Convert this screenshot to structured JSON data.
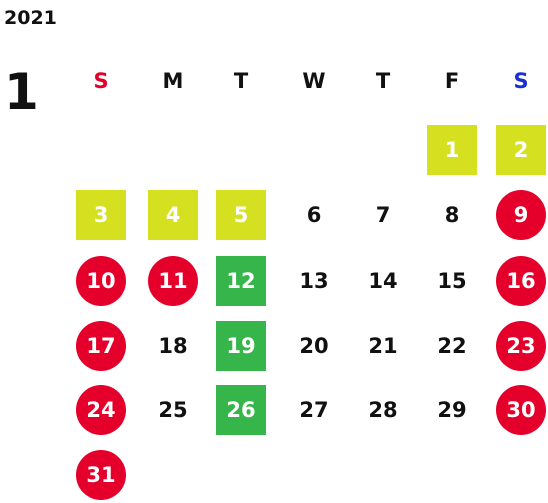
{
  "calendar": {
    "year": "2021",
    "month": "1",
    "weekdays": [
      "S",
      "M",
      "T",
      "W",
      "T",
      "F",
      "S"
    ],
    "weekday_colors": [
      "#e4002b",
      "#111111",
      "#111111",
      "#111111",
      "#111111",
      "#111111",
      "#1a2fd4"
    ],
    "colors": {
      "yellow": "#d5e021",
      "green": "#35b54a",
      "red": "#e4002b"
    },
    "weeks": [
      [
        null,
        null,
        null,
        null,
        null,
        {
          "day": "1",
          "highlight": "yellow"
        },
        {
          "day": "2",
          "highlight": "yellow"
        }
      ],
      [
        {
          "day": "3",
          "highlight": "yellow"
        },
        {
          "day": "4",
          "highlight": "yellow"
        },
        {
          "day": "5",
          "highlight": "yellow"
        },
        {
          "day": "6",
          "highlight": "none"
        },
        {
          "day": "7",
          "highlight": "none"
        },
        {
          "day": "8",
          "highlight": "none"
        },
        {
          "day": "9",
          "highlight": "red"
        }
      ],
      [
        {
          "day": "10",
          "highlight": "red"
        },
        {
          "day": "11",
          "highlight": "red"
        },
        {
          "day": "12",
          "highlight": "green"
        },
        {
          "day": "13",
          "highlight": "none"
        },
        {
          "day": "14",
          "highlight": "none"
        },
        {
          "day": "15",
          "highlight": "none"
        },
        {
          "day": "16",
          "highlight": "red"
        }
      ],
      [
        {
          "day": "17",
          "highlight": "red"
        },
        {
          "day": "18",
          "highlight": "none"
        },
        {
          "day": "19",
          "highlight": "green"
        },
        {
          "day": "20",
          "highlight": "none"
        },
        {
          "day": "21",
          "highlight": "none"
        },
        {
          "day": "22",
          "highlight": "none"
        },
        {
          "day": "23",
          "highlight": "red"
        }
      ],
      [
        {
          "day": "24",
          "highlight": "red"
        },
        {
          "day": "25",
          "highlight": "none"
        },
        {
          "day": "26",
          "highlight": "green"
        },
        {
          "day": "27",
          "highlight": "none"
        },
        {
          "day": "28",
          "highlight": "none"
        },
        {
          "day": "29",
          "highlight": "none"
        },
        {
          "day": "30",
          "highlight": "red"
        }
      ],
      [
        {
          "day": "31",
          "highlight": "red"
        },
        null,
        null,
        null,
        null,
        null,
        null
      ]
    ]
  }
}
